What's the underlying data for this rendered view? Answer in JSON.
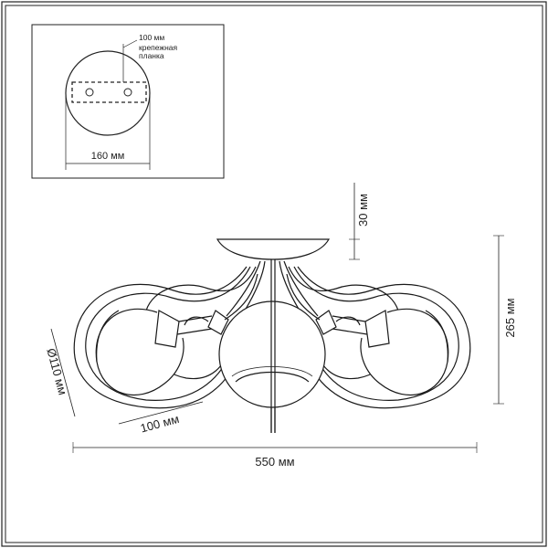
{
  "inset": {
    "mount_diameter_label": "160 мм",
    "bracket_length_label": "100 мм",
    "bracket_note_line1": "крепежная",
    "bracket_note_line2": "планка"
  },
  "dimensions": {
    "canopy_height_label": "30 мм",
    "total_height_label": "265 мм",
    "shade_diameter_label": "Ø110 мм",
    "shade_offset_label": "100 мм",
    "total_width_label": "550 мм"
  },
  "colors": {
    "line": "#1a1a1a",
    "frame": "#000000",
    "background": "#ffffff"
  }
}
